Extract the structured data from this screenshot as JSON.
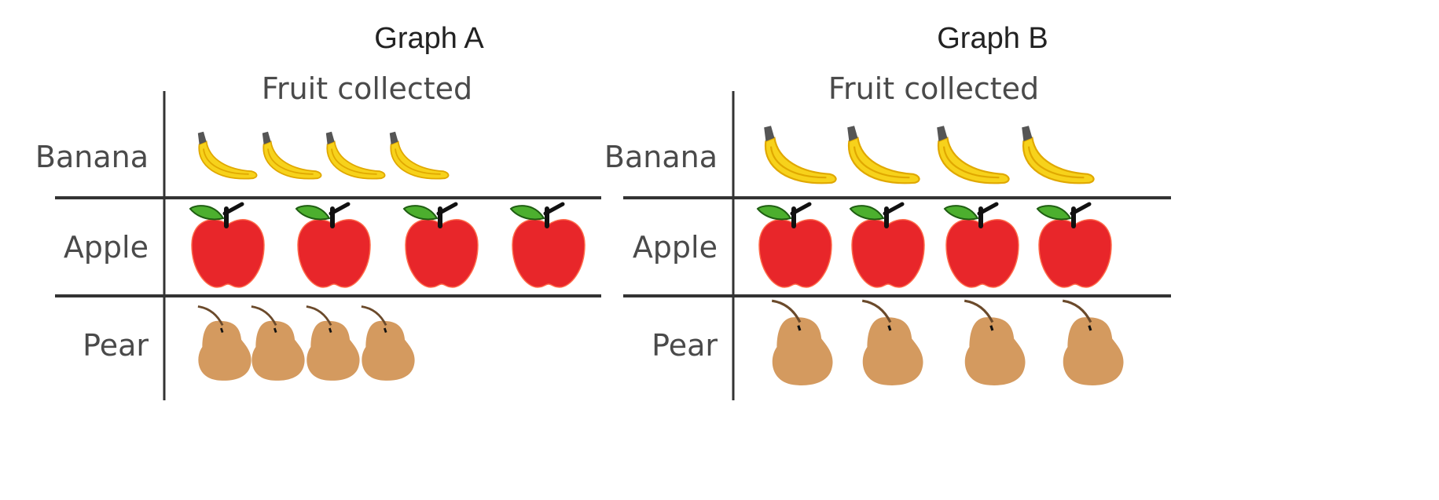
{
  "chart_data": [
    {
      "type": "pictograph",
      "graph_label": "Graph A",
      "title": "Fruit collected",
      "categories": [
        "Banana",
        "Apple",
        "Pear"
      ],
      "values": [
        4,
        4,
        4
      ],
      "icons": [
        "banana-icon",
        "apple-icon",
        "pear-icon"
      ]
    },
    {
      "type": "pictograph",
      "graph_label": "Graph B",
      "title": "Fruit collected",
      "categories": [
        "Banana",
        "Apple",
        "Pear"
      ],
      "values": [
        4,
        4,
        4
      ],
      "icons": [
        "banana-icon",
        "apple-icon",
        "pear-icon"
      ]
    }
  ],
  "colors": {
    "banana": "#f7d21b",
    "banana_edge": "#e0a800",
    "apple": "#e8262a",
    "apple_leaf": "#4caf2e",
    "pear": "#d49a5f",
    "line": "#333333"
  }
}
